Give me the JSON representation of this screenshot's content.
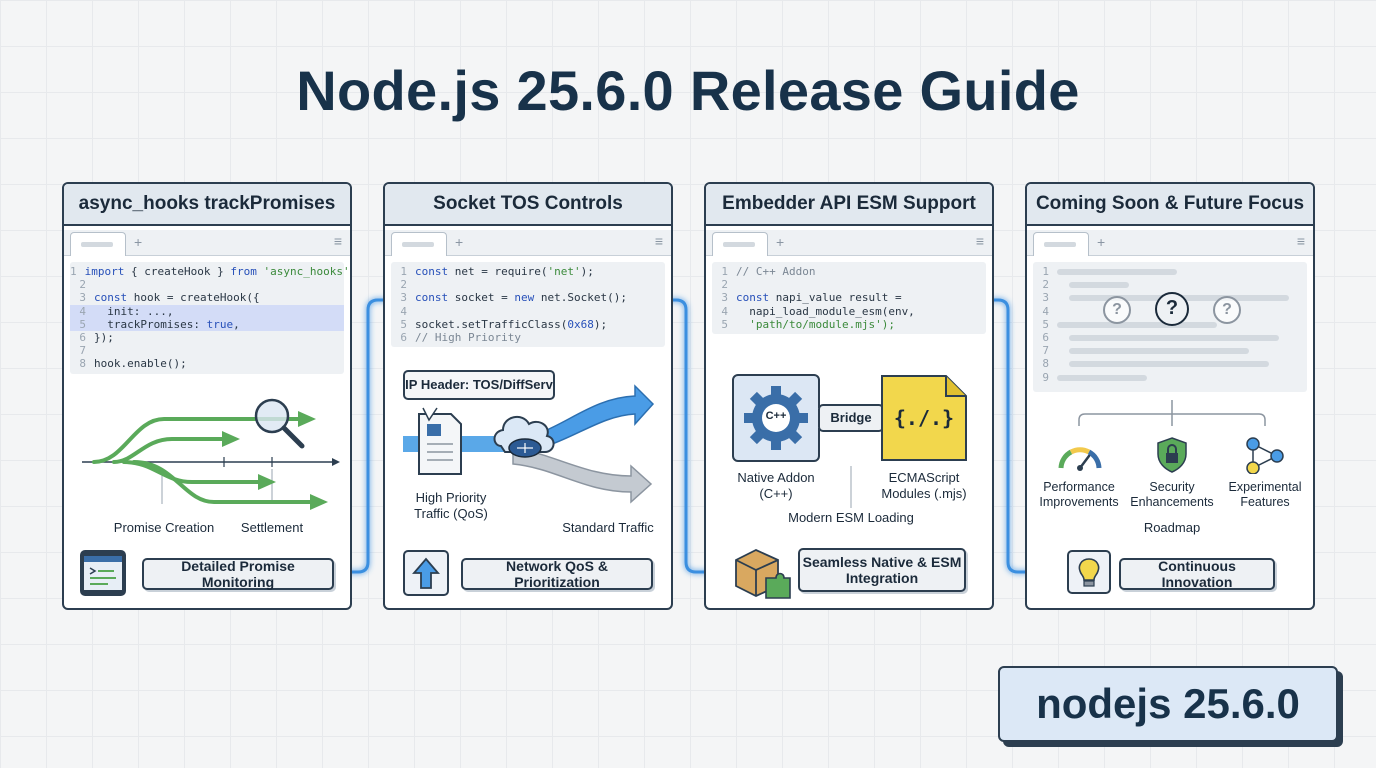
{
  "title": "Node.js 25.6.0 Release Guide",
  "badge": "nodejs 25.6.0",
  "colors": {
    "accent_blue": "#3a8fe0",
    "green": "#5aaa5a",
    "yellow": "#f2d74c",
    "navy": "#18324a"
  },
  "panels": [
    {
      "title": "async_hooks trackPromises",
      "code": {
        "line_numbers": [
          "1",
          "2",
          "3",
          "4",
          "5",
          "6",
          "7",
          "8"
        ],
        "lines": [
          "import { createHook } from 'async_hooks';",
          "",
          "const hook = createHook({",
          "  init: ...,",
          "  trackPromises: true,",
          "});",
          "",
          "hook.enable();"
        ]
      },
      "labels": {
        "creation": "Promise Creation",
        "settlement": "Settlement"
      },
      "footer": "Detailed Promise Monitoring",
      "icons": [
        "magnifier-icon",
        "terminal-icon"
      ]
    },
    {
      "title": "Socket TOS Controls",
      "code": {
        "line_numbers": [
          "1",
          "2",
          "3",
          "4",
          "5",
          "6"
        ],
        "lines": [
          "const net = require('net');",
          "",
          "const socket = new net.Socket();",
          "",
          "socket.setTrafficClass(0x68);",
          "// High Priority"
        ]
      },
      "labels": {
        "ip_header": "IP Header: TOS/DiffServ",
        "high_priority": "High Priority",
        "high_priority_2": "Traffic (QoS)",
        "standard": "Standard Traffic"
      },
      "footer": "Network QoS & Prioritization",
      "icons": [
        "cloud-router-icon",
        "packet-document-icon",
        "up-arrow-icon"
      ]
    },
    {
      "title": "Embedder API ESM Support",
      "code": {
        "line_numbers": [
          "1",
          "2",
          "3",
          "4",
          "5"
        ],
        "lines": [
          "// C++ Addon",
          "",
          "const napi_value result =",
          "  napi_load_module_esm(env,",
          "  'path/to/module.mjs');"
        ]
      },
      "labels": {
        "cpp_glyph": "C++",
        "bridge": "Bridge",
        "js_glyph": "{./.}",
        "native": "Native Addon",
        "native_2": "(C++)",
        "esm": "ECMAScript",
        "esm_2": "Modules (.mjs)",
        "loading": "Modern ESM Loading"
      },
      "footer": "Seamless Native & ESM Integration",
      "icons": [
        "gear-icon",
        "js-file-icon",
        "package-puzzle-icon"
      ]
    },
    {
      "title": "Coming Soon & Future Focus",
      "code": {
        "line_numbers": [
          "1",
          "2",
          "3",
          "4",
          "5",
          "6",
          "7",
          "8",
          "9"
        ]
      },
      "labels": {
        "question": "?",
        "performance": "Performance",
        "performance_2": "Improvements",
        "security": "Security",
        "security_2": "Enhancements",
        "experimental": "Experimental",
        "experimental_2": "Features",
        "roadmap": "Roadmap"
      },
      "footer": "Continuous Innovation",
      "icons": [
        "gauge-icon",
        "shield-lock-icon",
        "nodes-icon",
        "lightbulb-icon"
      ]
    }
  ]
}
